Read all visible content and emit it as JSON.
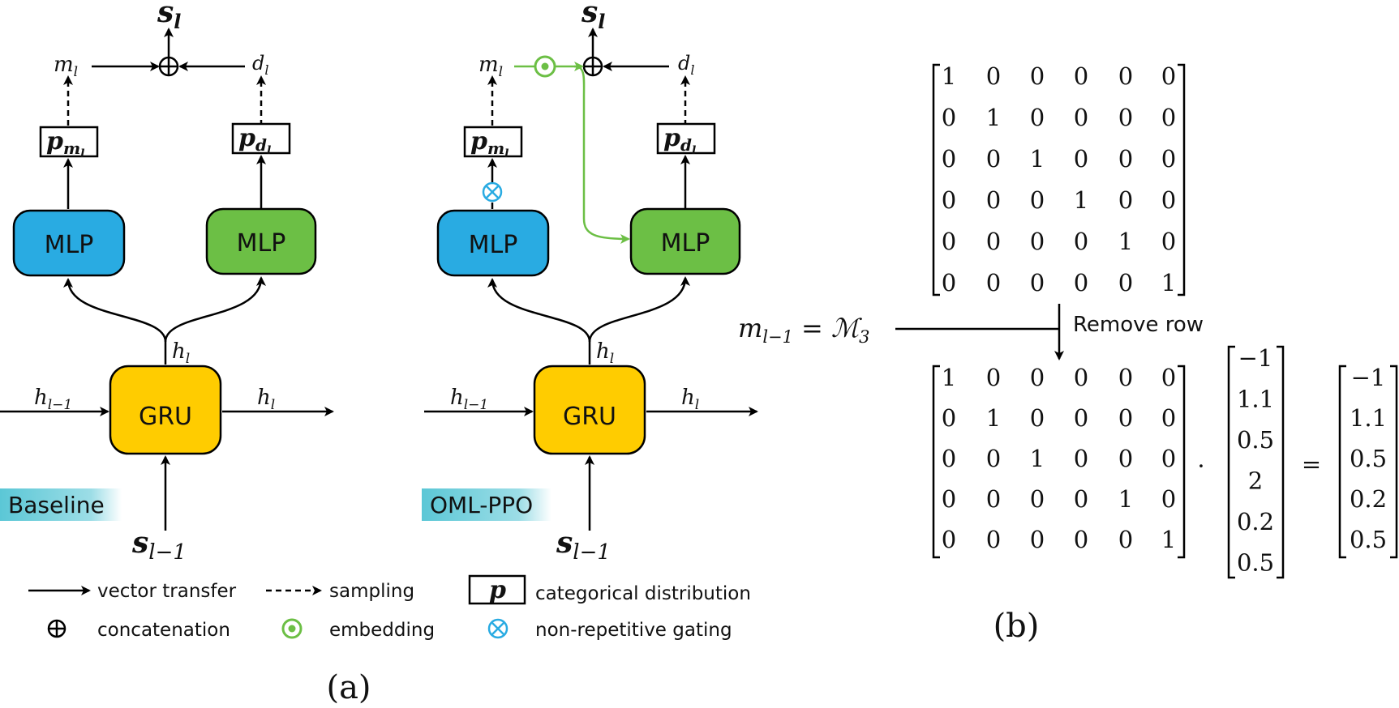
{
  "panel_a": {
    "caption": "(a)",
    "baseline": {
      "tag": "Baseline",
      "gru_label": "GRU",
      "mlp_left_label": "MLP",
      "mlp_right_label": "MLP",
      "s_out": "s",
      "s_out_sub": "l",
      "m_label": "m",
      "m_sub": "l",
      "d_label": "d",
      "d_sub": "l",
      "p_m": "p",
      "p_m_sub": "m",
      "p_m_subsub": "l",
      "p_d": "p",
      "p_d_sub": "d",
      "p_d_subsub": "l",
      "h_mid": "h",
      "h_mid_sub": "l",
      "h_in": "h",
      "h_in_sub": "l−1",
      "h_out": "h",
      "h_out_sub": "l",
      "s_in": "s",
      "s_in_sub": "l−1"
    },
    "oml": {
      "tag": "OML-PPO",
      "gru_label": "GRU",
      "mlp_left_label": "MLP",
      "mlp_right_label": "MLP",
      "s_out": "s",
      "s_out_sub": "l",
      "m_label": "m",
      "m_sub": "l",
      "d_label": "d",
      "d_sub": "l",
      "p_m": "p",
      "p_m_sub": "m",
      "p_m_subsub": "l",
      "p_d": "p",
      "p_d_sub": "d",
      "p_d_subsub": "l",
      "h_mid": "h",
      "h_mid_sub": "l",
      "h_in": "h",
      "h_in_sub": "l−1",
      "h_out": "h",
      "h_out_sub": "l",
      "s_in": "s",
      "s_in_sub": "l−1"
    },
    "legend": {
      "vector_transfer": "vector transfer",
      "sampling": "sampling",
      "p_symbol": "p",
      "categorical": "categorical distribution",
      "concatenation": "concatenation",
      "embedding": "embedding",
      "gating": "non-repetitive gating"
    }
  },
  "panel_b": {
    "caption": "(b)",
    "input_lhs": "m",
    "input_lhs_sub": "l−1",
    "input_eq": "=",
    "input_rhs": "ℳ",
    "input_rhs_sub": "3",
    "remove_label": "Remove row",
    "dot": "·",
    "equals": "=",
    "identity": [
      [
        "1",
        "0",
        "0",
        "0",
        "0",
        "0"
      ],
      [
        "0",
        "1",
        "0",
        "0",
        "0",
        "0"
      ],
      [
        "0",
        "0",
        "1",
        "0",
        "0",
        "0"
      ],
      [
        "0",
        "0",
        "0",
        "1",
        "0",
        "0"
      ],
      [
        "0",
        "0",
        "0",
        "0",
        "1",
        "0"
      ],
      [
        "0",
        "0",
        "0",
        "0",
        "0",
        "1"
      ]
    ],
    "reduced": [
      [
        "1",
        "0",
        "0",
        "0",
        "0",
        "0"
      ],
      [
        "0",
        "1",
        "0",
        "0",
        "0",
        "0"
      ],
      [
        "0",
        "0",
        "1",
        "0",
        "0",
        "0"
      ],
      [
        "0",
        "0",
        "0",
        "0",
        "1",
        "0"
      ],
      [
        "0",
        "0",
        "0",
        "0",
        "0",
        "1"
      ]
    ],
    "vector": [
      "−1",
      "1.1",
      "0.5",
      "2",
      "0.2",
      "0.5"
    ],
    "result": [
      "−1",
      "1.1",
      "0.5",
      "0.2",
      "0.5"
    ]
  },
  "colors": {
    "mlp_blue": "#29abe2",
    "mlp_green": "#6cbf45",
    "gru_yellow": "#ffcc00",
    "embed_green": "#6cbf45",
    "gate_blue": "#29abe2",
    "tag_teal": "#5bc7d6"
  }
}
